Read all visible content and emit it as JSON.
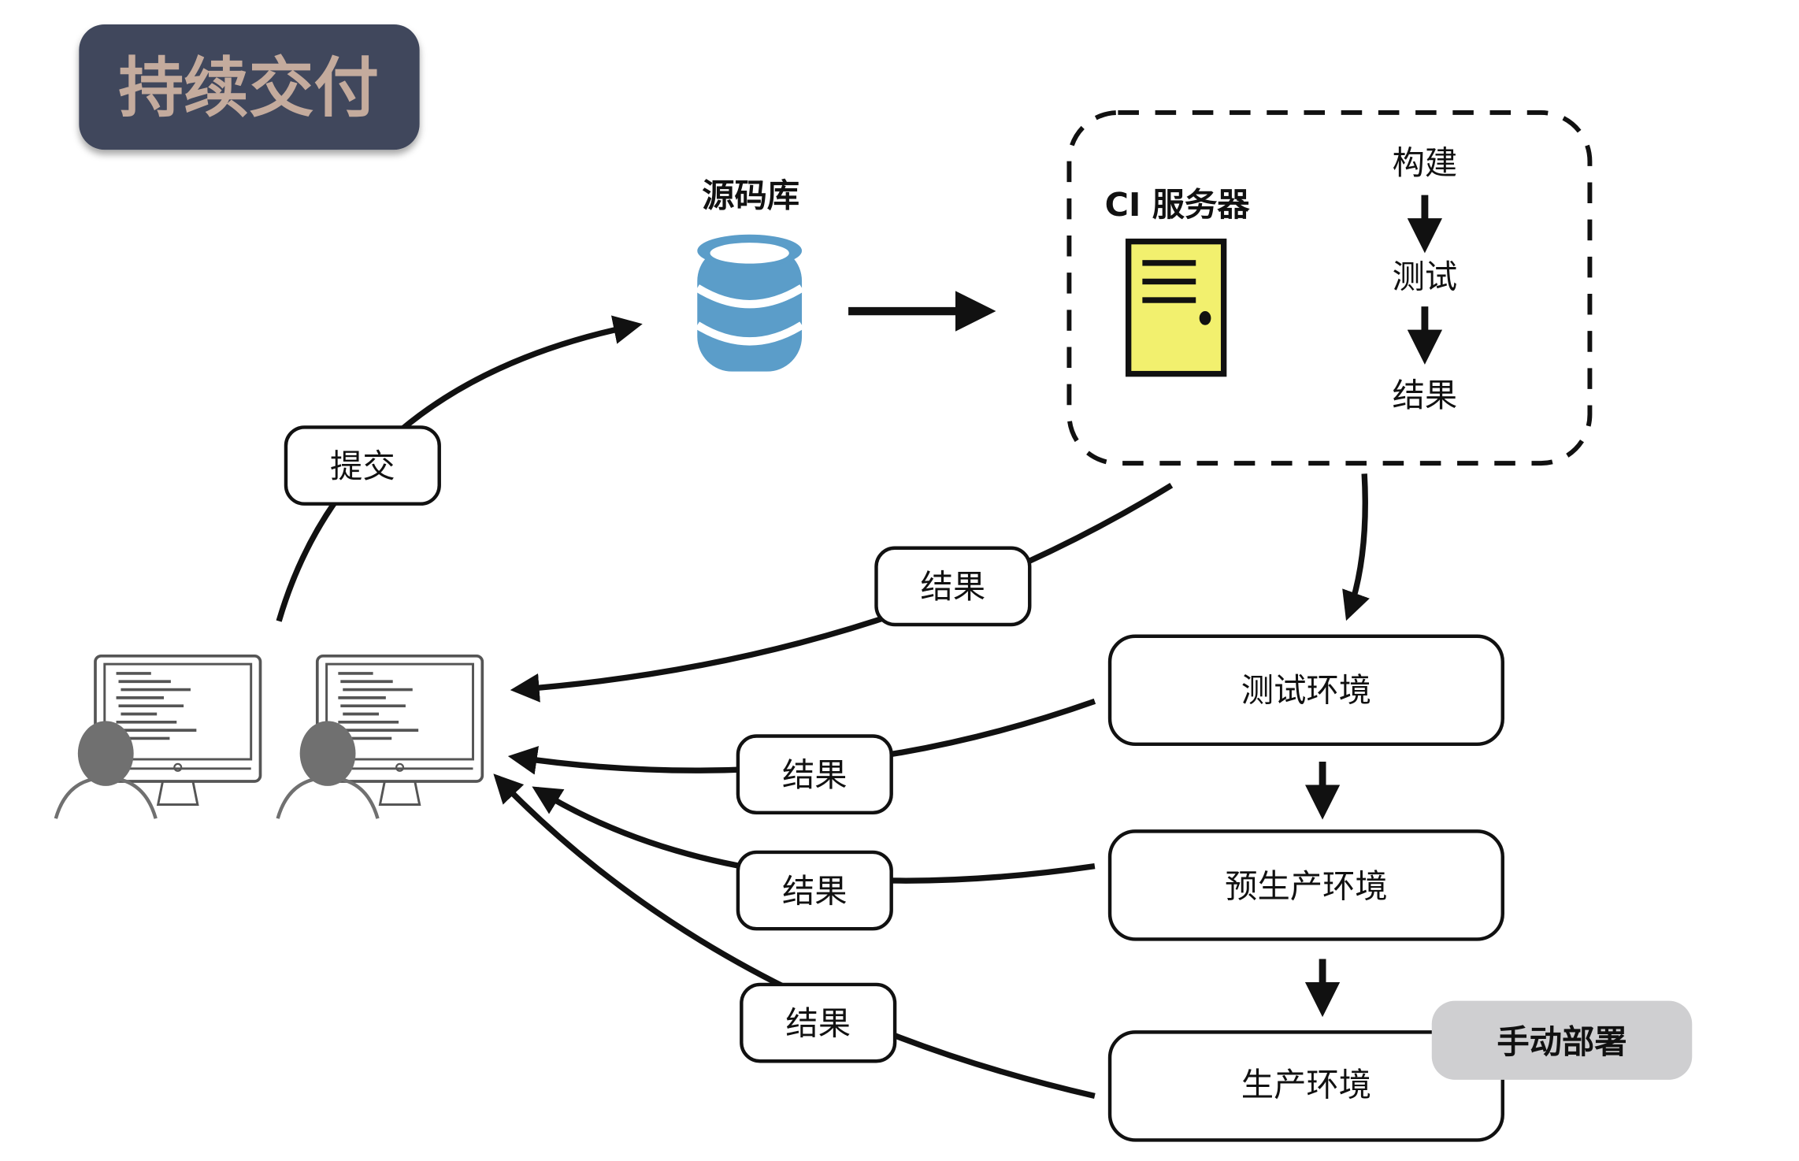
{
  "title": "持续交付",
  "colors": {
    "title_bg": "#3f465b",
    "title_text": "#c4ab9d",
    "db_blue": "#5b9dc9",
    "server_yellow": "#f2f06e",
    "manual_bg": "#cfcfd1",
    "person_gray": "#707070",
    "stroke": "#111111"
  },
  "repo": {
    "label": "源码库",
    "icon": "database-icon"
  },
  "ci": {
    "label": "CI 服务器",
    "icon": "server-icon",
    "steps": [
      "构建",
      "测试",
      "结果"
    ]
  },
  "commit_label": "提交",
  "environments": [
    {
      "label": "测试环境"
    },
    {
      "label": "预生产环境"
    },
    {
      "label": "生产环境"
    }
  ],
  "result_labels": [
    "结果",
    "结果",
    "结果",
    "结果"
  ],
  "manual_deploy": "手动部署",
  "developers": [
    {
      "icon": "developer-workstation-icon"
    },
    {
      "icon": "developer-workstation-icon"
    }
  ]
}
